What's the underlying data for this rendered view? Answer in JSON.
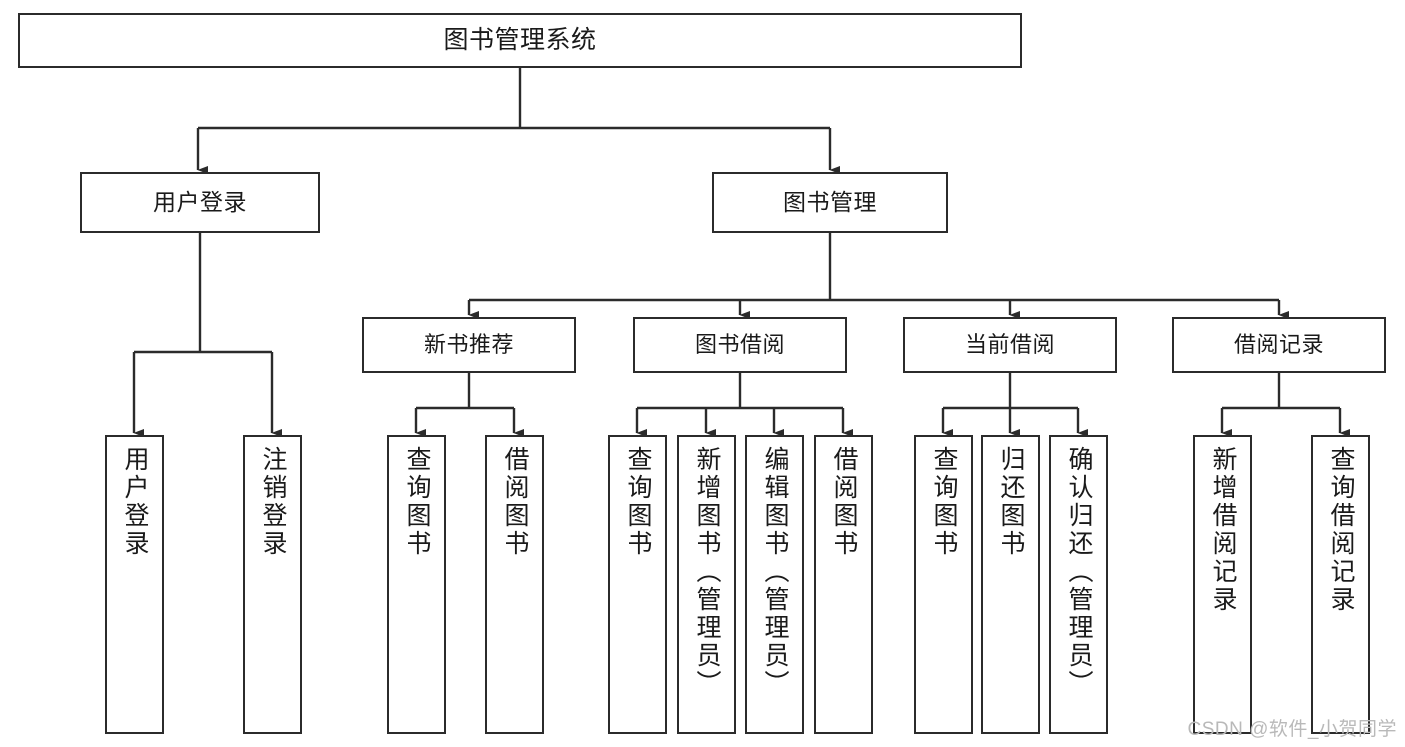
{
  "diagram": {
    "title": "图书管理系统",
    "type": "functional-decomposition-tree",
    "orientation": "top-down",
    "line_color": "#2b2b2b",
    "box_fill": "#ffffff",
    "text_color": "#1a1a1a"
  },
  "nodes": {
    "root": {
      "label": "图书管理系统",
      "level": 1
    },
    "user_login": {
      "label": "用户登录",
      "level": 2
    },
    "book_mgmt": {
      "label": "图书管理",
      "level": 2
    },
    "new_book_rec": {
      "label": "新书推荐",
      "level": 3
    },
    "book_borrow": {
      "label": "图书借阅",
      "level": 3
    },
    "current_borrow": {
      "label": "当前借阅",
      "level": 3
    },
    "borrow_record": {
      "label": "借阅记录",
      "level": 3
    }
  },
  "leaves": {
    "user_login": [
      {
        "label": "用户登录"
      },
      {
        "label": "注销登录"
      }
    ],
    "new_book_rec": [
      {
        "label": "查询图书"
      },
      {
        "label": "借阅图书"
      }
    ],
    "book_borrow": [
      {
        "label": "查询图书"
      },
      {
        "label": "新增图书（管理员）"
      },
      {
        "label": "编辑图书（管理员）"
      },
      {
        "label": "借阅图书"
      }
    ],
    "current_borrow": [
      {
        "label": "查询图书"
      },
      {
        "label": "归还图书"
      },
      {
        "label": "确认归还（管理员）"
      }
    ],
    "borrow_record": [
      {
        "label": "新增借阅记录"
      },
      {
        "label": "查询借阅记录"
      }
    ]
  },
  "watermark": {
    "text": "CSDN @软件_小贺同学"
  }
}
